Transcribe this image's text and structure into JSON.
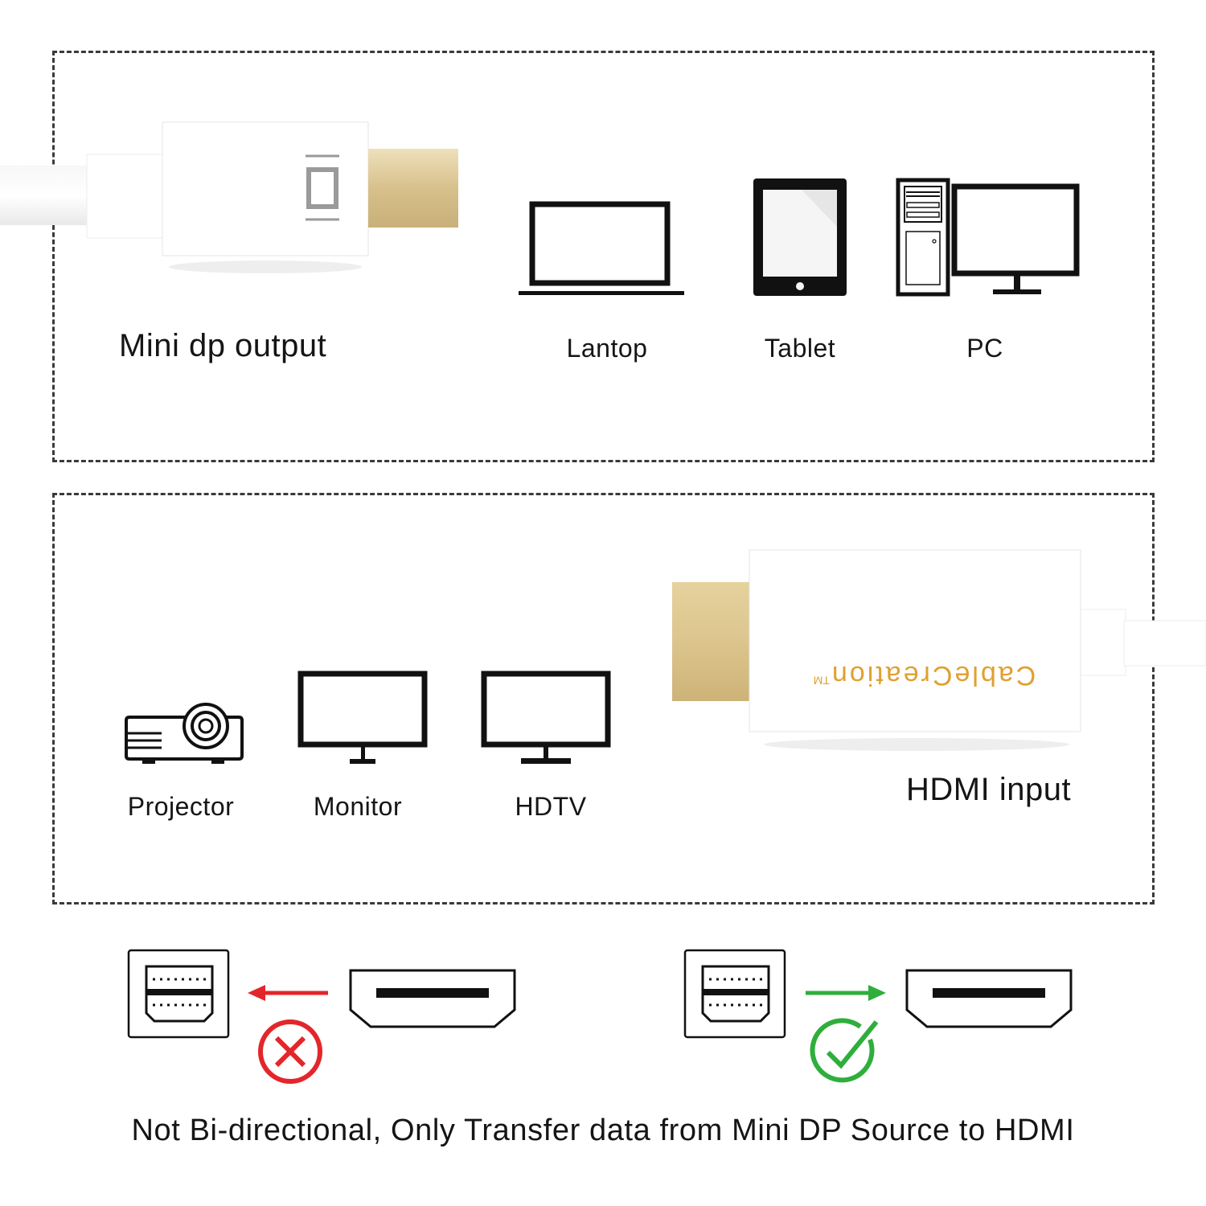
{
  "top_panel": {
    "source_label": "Mini dp output",
    "devices": [
      {
        "label": "Lantop",
        "icon": "laptop-icon"
      },
      {
        "label": "Tablet",
        "icon": "tablet-icon"
      },
      {
        "label": "PC",
        "icon": "desktop-pc-icon"
      }
    ]
  },
  "bottom_panel": {
    "target_label": "HDMI input",
    "brand": "CableCreation",
    "brand_mark": "TM",
    "devices": [
      {
        "label": "Projector",
        "icon": "projector-icon"
      },
      {
        "label": "Monitor",
        "icon": "monitor-icon"
      },
      {
        "label": "HDTV",
        "icon": "tv-icon"
      }
    ]
  },
  "direction": {
    "wrong": {
      "icon": "cross-circle-icon",
      "color": "#e3262b"
    },
    "right": {
      "icon": "check-circle-icon",
      "color": "#2fae3c"
    }
  },
  "colors": {
    "gold": "#dcc89a",
    "border": "#3a3a3a"
  },
  "footer": "Not Bi-directional, Only Transfer data from Mini DP Source to HDMI"
}
